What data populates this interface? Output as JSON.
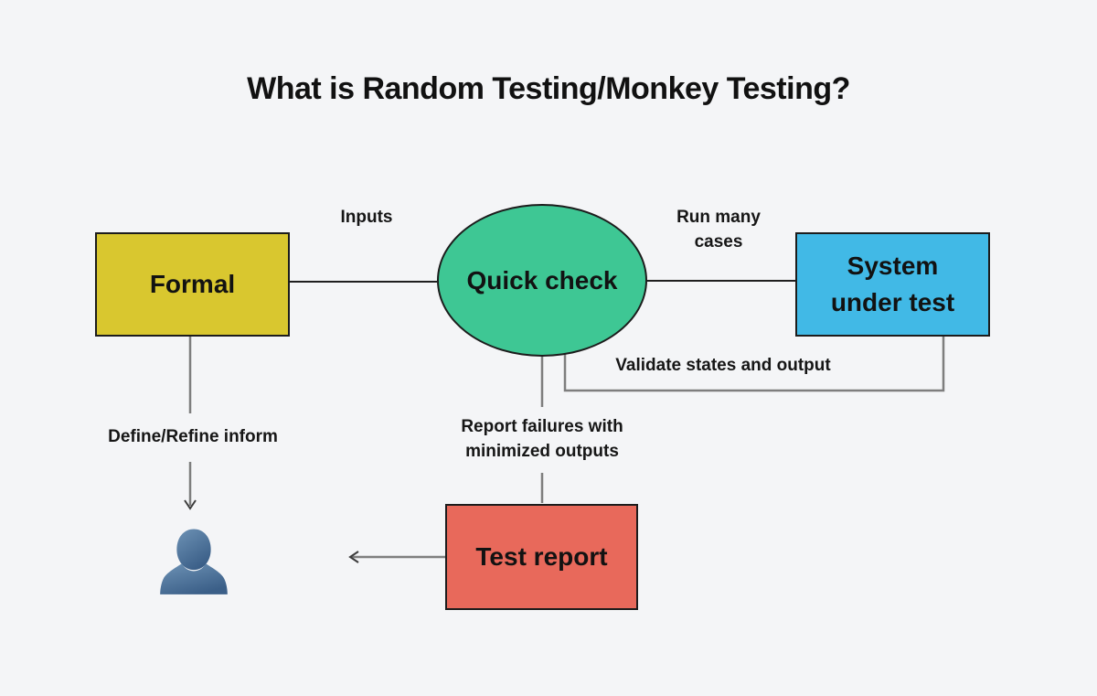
{
  "page": {
    "title": "What is Random Testing/Monkey Testing?",
    "background_color": "#f4f5f7"
  },
  "nodes": {
    "formal": {
      "label": "Formal",
      "fill": "#d9c72f",
      "shape": "rectangle"
    },
    "quick_check": {
      "label": "Quick check",
      "fill": "#3ec794",
      "shape": "ellipse"
    },
    "system_under_test": {
      "lines": [
        "System",
        "under test"
      ],
      "fill": "#41b9e6",
      "shape": "rectangle"
    },
    "test_report": {
      "label": "Test report",
      "fill": "#e8695b",
      "shape": "rectangle"
    }
  },
  "edge_labels": {
    "inputs": "Inputs",
    "run_many_cases": {
      "lines": [
        "Run many",
        "cases"
      ]
    },
    "validate": "Validate states and output",
    "define_refine": "Define/Refine inform",
    "report_failures": {
      "lines": [
        "Report failures with",
        "minimized outputs"
      ]
    }
  },
  "icons": {
    "user_icon": "user-silhouette"
  },
  "colors": {
    "connector_dark": "#1f1f1f",
    "connector_gray": "#7e7e7e",
    "node_border": "#1c1c1c",
    "user_icon_top": "#6d92b5",
    "user_icon_bottom": "#3b5f88"
  }
}
